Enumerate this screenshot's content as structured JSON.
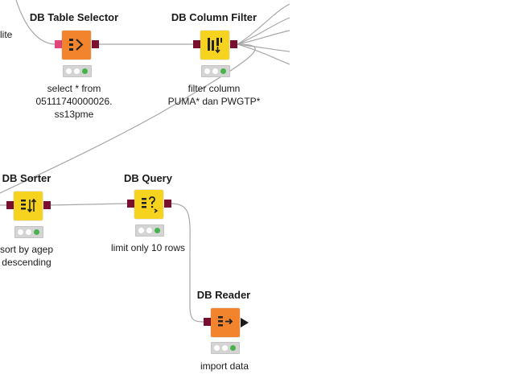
{
  "edge_labels": {
    "left_partial": "lite"
  },
  "nodes": [
    {
      "id": "table_selector",
      "title": "DB Table Selector",
      "desc": "select * from\n05111740000026.\nss13pme",
      "color": "#f2842d",
      "status": [
        "#ffffff",
        "#ffffff",
        "#47b34d"
      ]
    },
    {
      "id": "column_filter",
      "title": "DB Column Filter",
      "desc": "filter column\nPUMA* dan PWGTP*",
      "color": "#f5d31f",
      "status": [
        "#ffffff",
        "#ffffff",
        "#47b34d"
      ]
    },
    {
      "id": "sorter",
      "title": "DB Sorter",
      "desc": "sort by agep\ndescending",
      "color": "#f5d31f",
      "status": [
        "#ffffff",
        "#ffffff",
        "#47b34d"
      ]
    },
    {
      "id": "query",
      "title": "DB Query",
      "desc": "limit only 10 rows",
      "color": "#f5d31f",
      "status": [
        "#ffffff",
        "#ffffff",
        "#47b34d"
      ]
    },
    {
      "id": "reader",
      "title": "DB Reader",
      "desc": "import data",
      "color": "#f2842d",
      "status": [
        "#ffffff",
        "#ffffff",
        "#47b34d"
      ]
    }
  ],
  "icons": {
    "table_selector": "table-selector-icon",
    "column_filter": "column-filter-icon",
    "sorter": "sorter-icon",
    "query": "query-icon",
    "reader": "reader-icon"
  },
  "colors": {
    "port_db": "#7a1030",
    "port_flow": "#e0457b",
    "wire": "#a8a8a8",
    "status_ok": "#47b34d"
  }
}
